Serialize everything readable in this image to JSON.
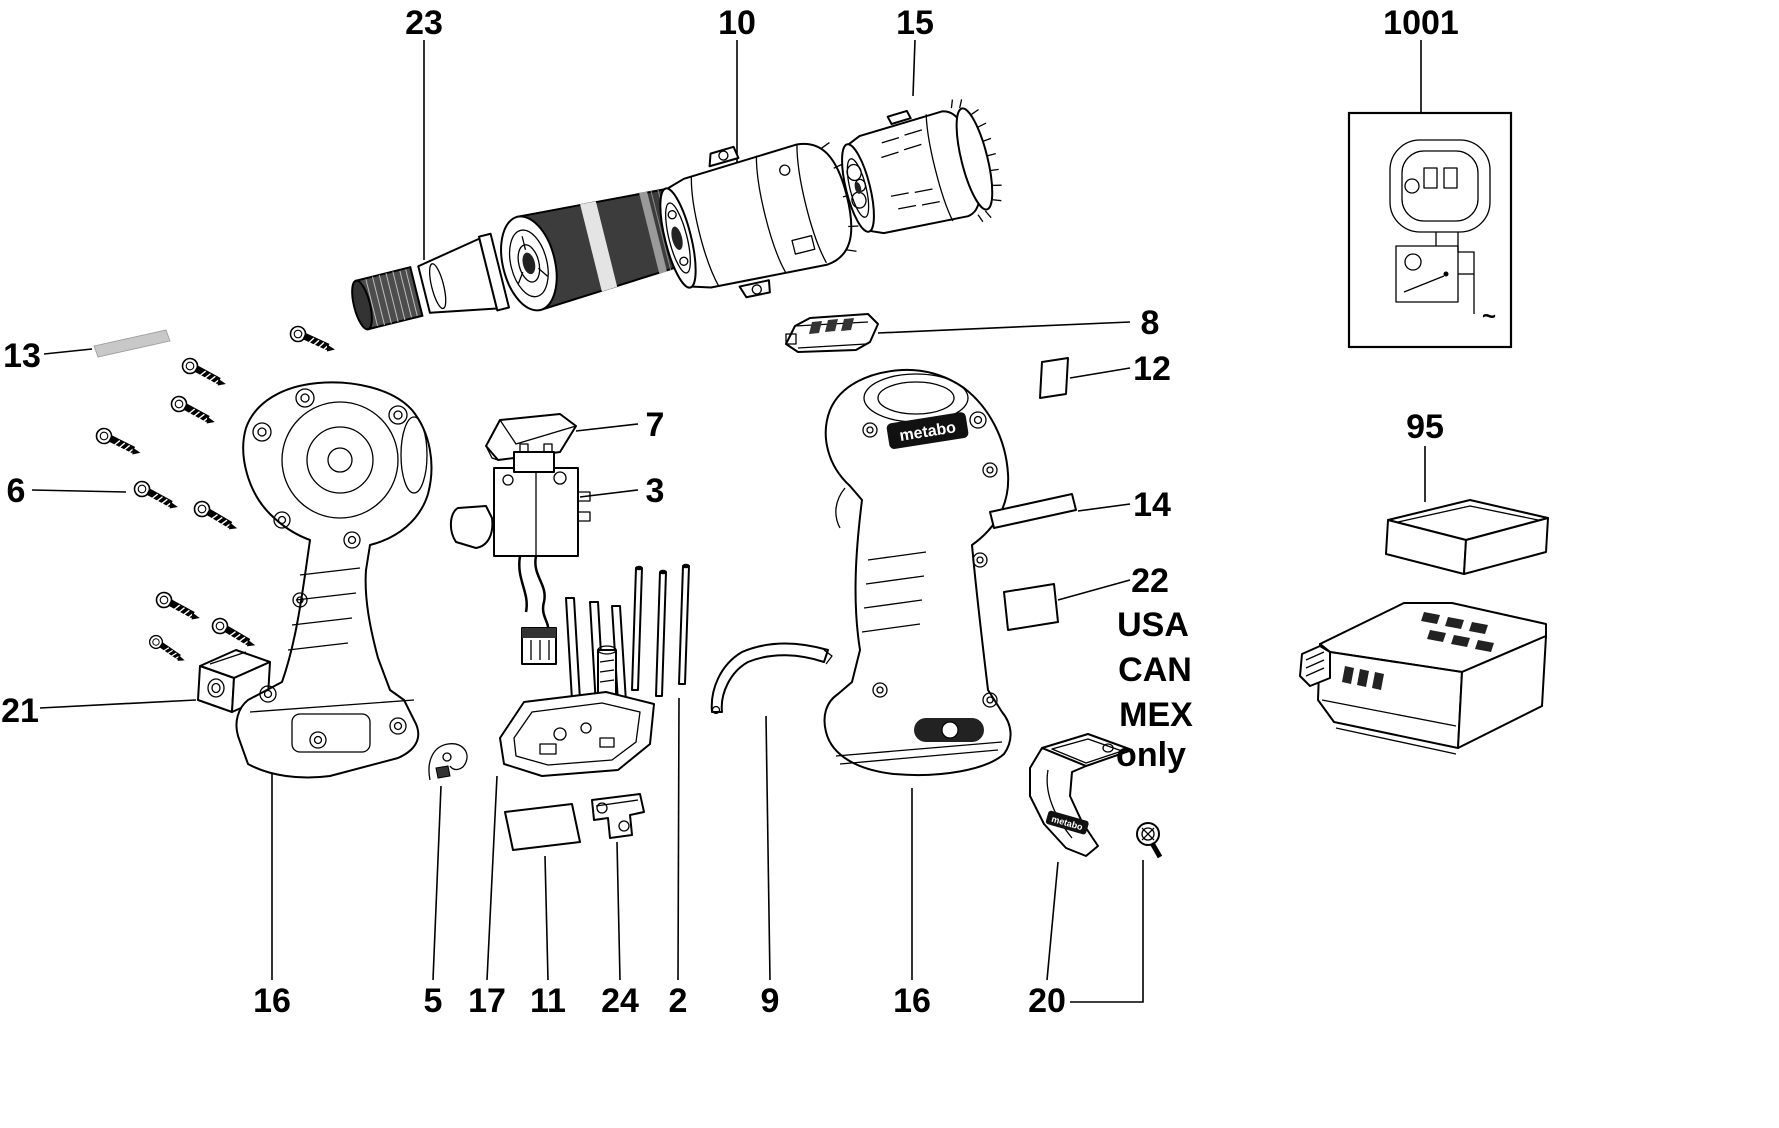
{
  "diagram": {
    "brand": "metabo",
    "callouts": {
      "c23": "23",
      "c10": "10",
      "c15": "15",
      "c1001": "1001",
      "c13": "13",
      "c6": "6",
      "c21": "21",
      "c8": "8",
      "c12": "12",
      "c7": "7",
      "c3": "3",
      "c14": "14",
      "c22": "22",
      "c95": "95",
      "c16_left": "16",
      "c5": "5",
      "c17": "17",
      "c11": "11",
      "c24": "24",
      "c2": "2",
      "c9": "9",
      "c16_right": "16",
      "c20": "20"
    },
    "region_note": {
      "line1": "USA",
      "line2": "CAN",
      "line3": "MEX",
      "line4": "only"
    },
    "tilde": "~"
  }
}
